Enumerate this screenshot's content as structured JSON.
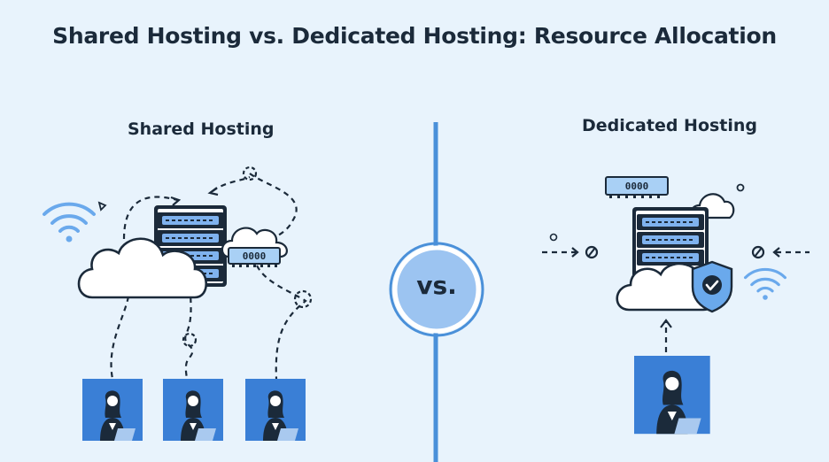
{
  "title": "Shared Hosting vs. Dedicated Hosting: Resource Allocation",
  "left": {
    "heading": "Shared Hosting",
    "chip_label": "0000",
    "users": 3
  },
  "right": {
    "heading": "Dedicated Hosting",
    "chip_label": "0000",
    "users": 1
  },
  "center_label": "vs.",
  "colors": {
    "background": "#e8f3fc",
    "accent": "#3a7fd6",
    "ink": "#1b2a3a",
    "divider": "#4a90d9"
  },
  "icons": [
    "wifi-icon",
    "cloud-icon",
    "server-icon",
    "memory-chip-icon",
    "shield-check-icon",
    "block-icon",
    "user-laptop-icon"
  ]
}
